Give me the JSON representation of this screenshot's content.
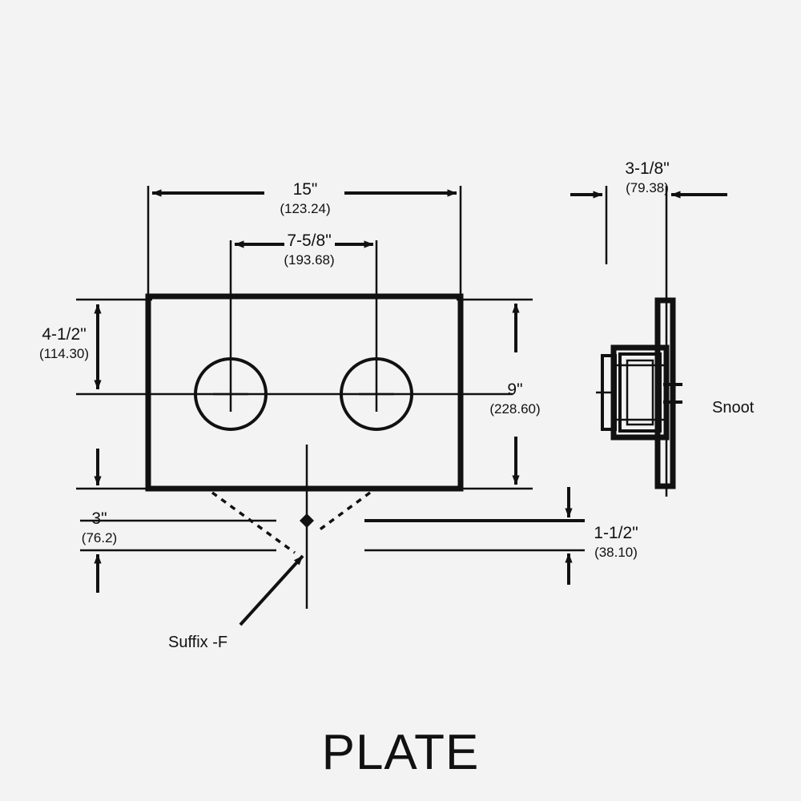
{
  "drawing": {
    "title": "PLATE",
    "background_color": "#f3f3f3",
    "line_color": "#111111"
  },
  "dimensions": {
    "width_overall": {
      "imperial": "15\"",
      "metric": "(123.24)"
    },
    "hole_spacing": {
      "imperial": "7-5/8\"",
      "metric": "(193.68)"
    },
    "hole_from_top": {
      "imperial": "4-1/2\"",
      "metric": "(114.30)"
    },
    "height_overall": {
      "imperial": "9\"",
      "metric": "(228.60)"
    },
    "depth_left": {
      "imperial": "3\"",
      "metric": "(76.2)"
    },
    "depth_right": {
      "imperial": "1-1/2\"",
      "metric": "(38.10)"
    },
    "snoot_depth": {
      "imperial": "3-1/8\"",
      "metric": "(79.38)"
    }
  },
  "callouts": {
    "snoot": "Snoot",
    "suffix": "Suffix -F"
  }
}
